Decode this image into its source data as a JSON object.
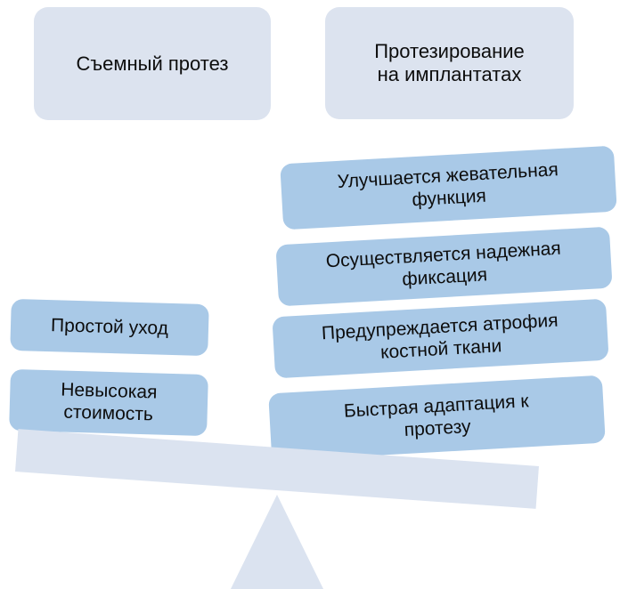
{
  "diagram": {
    "title": "Сравнение съемного протеза и протезирования на имплантатах",
    "type": "balance-scale-comparison",
    "colors": {
      "header_box": "#dce3ef",
      "pill": "#a9c9e7",
      "beam": "#dbe3f0",
      "fulcrum": "#dbe3f0",
      "text": "#0d0d0d",
      "background": "#ffffff"
    }
  },
  "headers": {
    "left": "Съемный протез",
    "right": "Протезирование\nна имплантатах"
  },
  "left_side": {
    "items": [
      {
        "label": "Простой уход"
      },
      {
        "label": "Невысокая\nстоимость"
      }
    ]
  },
  "right_side": {
    "items": [
      {
        "label": "Улучшается жевательная\nфункция"
      },
      {
        "label": "Осуществляется надежная\nфиксация"
      },
      {
        "label": "Предупреждается атрофия\nкостной ткани"
      },
      {
        "label": "Быстрая адаптация к\nпротезу"
      }
    ]
  },
  "scale": {
    "beam_name": "balance-beam",
    "fulcrum_name": "balance-fulcrum",
    "tilt": "right-side-down"
  }
}
